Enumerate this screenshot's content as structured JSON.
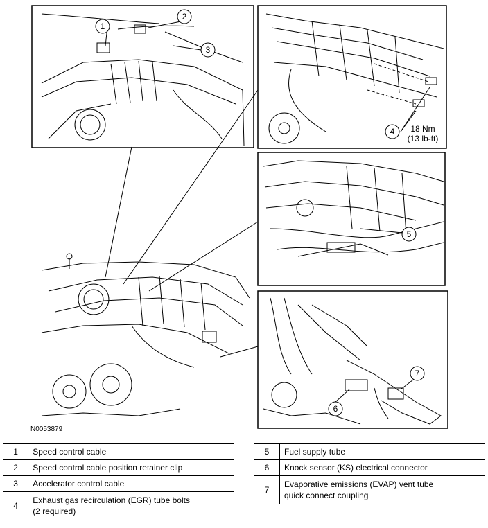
{
  "figure_id": "N0053879",
  "callouts": {
    "c1": "1",
    "c2": "2",
    "c3": "3",
    "c4": "4",
    "c5": "5",
    "c6": "6",
    "c7": "7",
    "torque_nm": "18 Nm",
    "torque_lbft": "(13 lb-ft)"
  },
  "legend": {
    "left": [
      {
        "num": "1",
        "desc": "Speed control cable"
      },
      {
        "num": "2",
        "desc": "Speed control cable position retainer clip"
      },
      {
        "num": "3",
        "desc": "Accelerator control cable"
      },
      {
        "num": "4",
        "desc": "Exhaust gas recirculation (EGR) tube bolts",
        "desc2": "(2 required)"
      }
    ],
    "right": [
      {
        "num": "5",
        "desc": "Fuel supply tube"
      },
      {
        "num": "6",
        "desc": "Knock sensor (KS) electrical connector"
      },
      {
        "num": "7",
        "desc": "Evaporative emissions (EVAP) vent tube",
        "desc2": "quick connect coupling"
      }
    ]
  }
}
